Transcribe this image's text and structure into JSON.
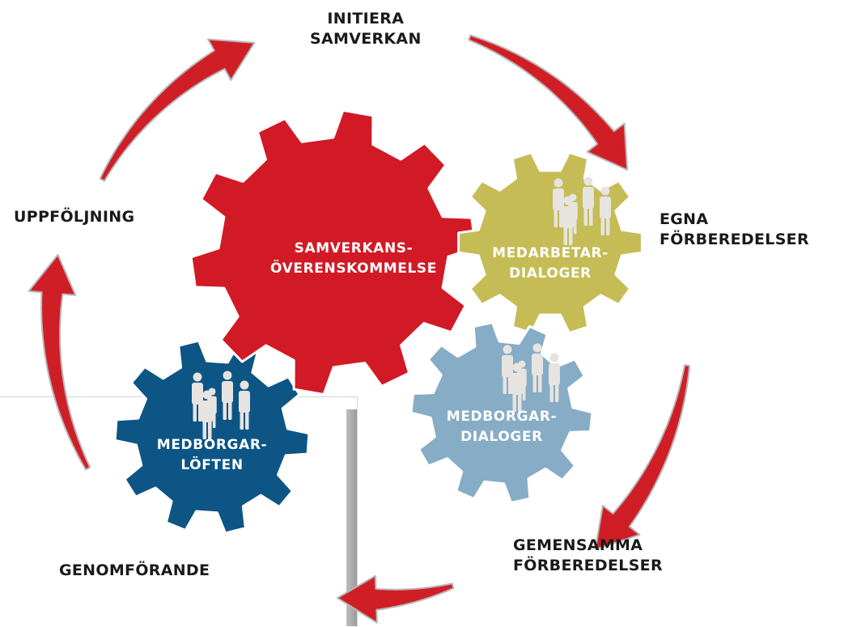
{
  "stages": {
    "initiera": [
      "INITIERA",
      "SAMVERKAN"
    ],
    "egna": [
      "EGNA",
      "FÖRBEREDELSER"
    ],
    "gemensamma": [
      "GEMENSAMMA",
      "FÖRBEREDELSER"
    ],
    "genomforande": [
      "GENOMFÖRANDE"
    ],
    "uppfoljning": [
      "UPPFÖLJNING"
    ]
  },
  "gears": {
    "samverkan": {
      "lines": [
        "SAMVERKANS-",
        "ÖVERENSKOMMELSE"
      ],
      "color": "#d21a26"
    },
    "medarbetar": {
      "lines": [
        "MEDARBETAR-",
        "DIALOGER"
      ],
      "color": "#c5bc55"
    },
    "medborgar_dialoger": {
      "lines": [
        "MEDBORGAR-",
        "DIALOGER"
      ],
      "color": "#87acc6"
    },
    "medborgar_loften": {
      "lines": [
        "MEDBORGAR-",
        "LÖFTEN"
      ],
      "color": "#0d5584"
    }
  },
  "colors": {
    "arrow": "#d01e27",
    "arrow_outline": "#b8b8b8",
    "people_icon": "#e6e3e0"
  },
  "icons": [
    "cycle-arrow-icon",
    "people-icon"
  ]
}
